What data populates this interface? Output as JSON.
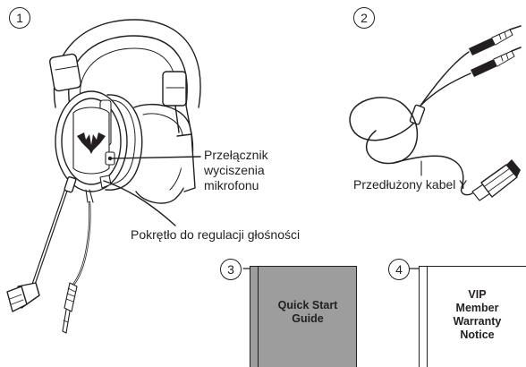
{
  "items": [
    {
      "number": "1"
    },
    {
      "number": "2"
    },
    {
      "number": "3"
    },
    {
      "number": "4"
    }
  ],
  "callouts": {
    "mic_mute_switch": "Przełącznik\nwyciszenia\nmikrofonu",
    "volume_knob": "Pokrętło do regulacji głośności",
    "y_cable": "Przedłużony kabel Y"
  },
  "documents": {
    "quick_start_guide": "Quick Start\nGuide",
    "vip_warranty": "VIP\nMember\nWarranty\nNotice"
  },
  "colors": {
    "line": "#231f20",
    "guide_cover": "#9d9d9d"
  }
}
